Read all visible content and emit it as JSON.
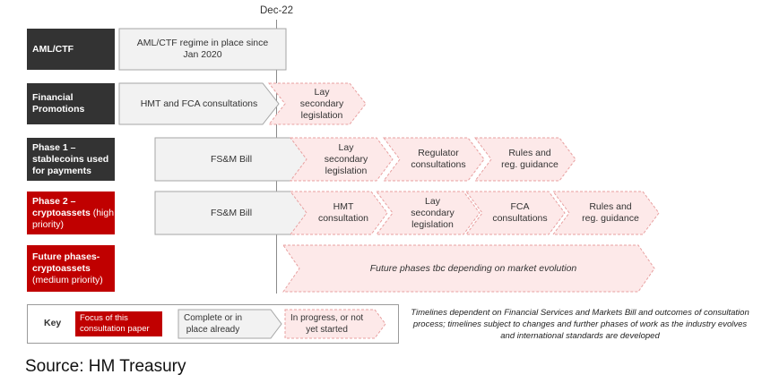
{
  "timeline_marker": "Dec-22",
  "rows": [
    {
      "label": "AML/CTF",
      "sublabel": "",
      "color": "dark",
      "steps": [
        {
          "text": "AML/CTF regime in place since\nJan 2020",
          "status": "complete"
        }
      ]
    },
    {
      "label": "Financial\nPromotions",
      "sublabel": "",
      "color": "dark",
      "steps": [
        {
          "text": "HMT and FCA consultations",
          "status": "complete"
        },
        {
          "text": "Lay\nsecondary\nlegislation",
          "status": "in-progress"
        }
      ]
    },
    {
      "label": "Phase 1 –\nstablecoins used\nfor payments",
      "sublabel": "",
      "color": "dark",
      "steps": [
        {
          "text": "FS&M Bill",
          "status": "complete"
        },
        {
          "text": "Lay\nsecondary\nlegislation",
          "status": "in-progress"
        },
        {
          "text": "Regulator\nconsultations",
          "status": "in-progress"
        },
        {
          "text": "Rules and\nreg. guidance",
          "status": "in-progress"
        }
      ]
    },
    {
      "label": "Phase 2 –\ncryptoassets",
      "sublabel": " (high\npriority)",
      "color": "red",
      "steps": [
        {
          "text": "FS&M Bill",
          "status": "complete"
        },
        {
          "text": "HMT\nconsultation",
          "status": "in-progress"
        },
        {
          "text": "Lay\nsecondary\nlegislation",
          "status": "in-progress"
        },
        {
          "text": "FCA\nconsultations",
          "status": "in-progress"
        },
        {
          "text": "Rules and\nreg. guidance",
          "status": "in-progress"
        }
      ]
    },
    {
      "label": "Future phases-\ncryptoassets",
      "sublabel": "\n(medium priority)",
      "color": "red",
      "steps": [
        {
          "text": "Future phases tbc depending on market evolution",
          "status": "in-progress",
          "italic": true
        }
      ]
    }
  ],
  "key": {
    "title": "Key",
    "focus": "Focus of this\nconsultation paper",
    "complete": "Complete or in\nplace already",
    "in_progress": "In progress, or not\nyet started"
  },
  "note": "Timelines dependent on Financial Services and Markets Bill and outcomes of consultation process; timelines subject to changes and further phases of work as the industry evolves and international standards are developed",
  "source": "Source: HM Treasury",
  "colors": {
    "dark": "#333333",
    "red": "#c00000",
    "complete_fill": "#f2f2f2",
    "complete_stroke": "#a6a6a6",
    "inprogress_fill": "#fde9e9",
    "inprogress_stroke": "#e8a0a0"
  }
}
